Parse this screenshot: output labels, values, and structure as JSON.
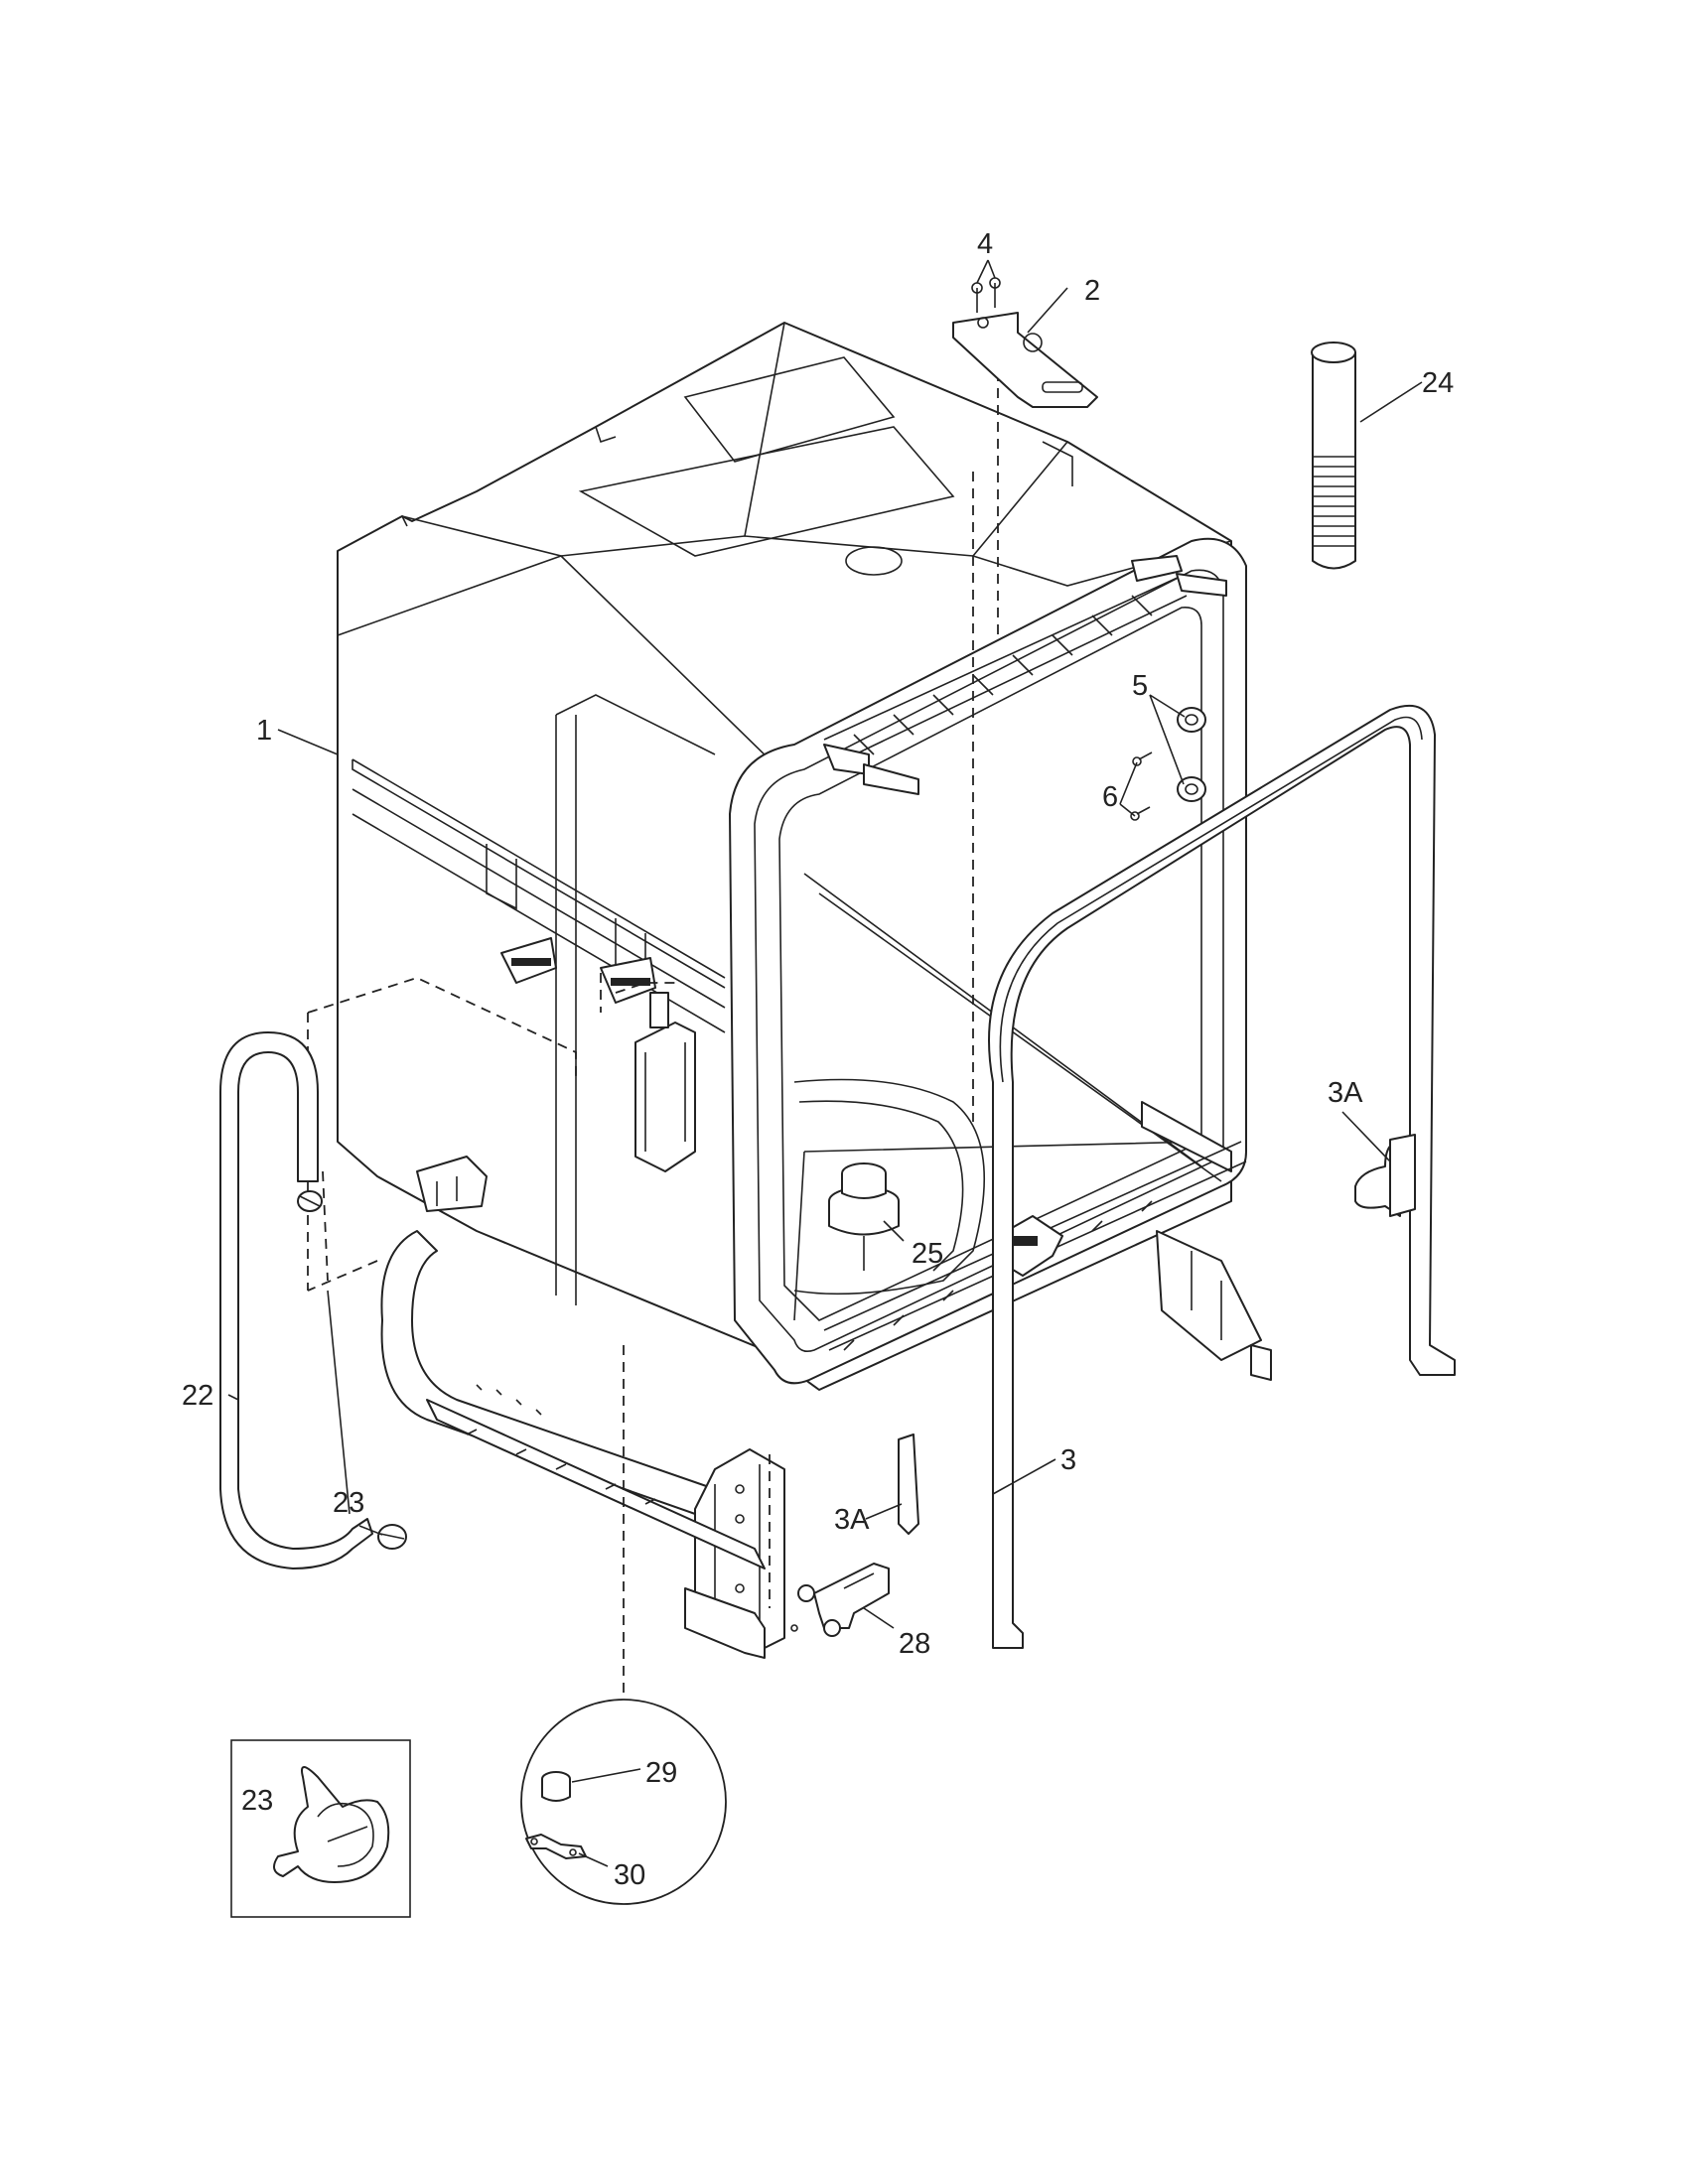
{
  "callouts": {
    "p1": "1",
    "p2": "2",
    "p3": "3",
    "p3a_right": "3A",
    "p3a_bottom": "3A",
    "p4": "4",
    "p5": "5",
    "p6": "6",
    "p22": "22",
    "p23_main": "23",
    "p23_inset": "23",
    "p24": "24",
    "p25": "25",
    "p28": "28",
    "p29": "29",
    "p30": "30"
  }
}
